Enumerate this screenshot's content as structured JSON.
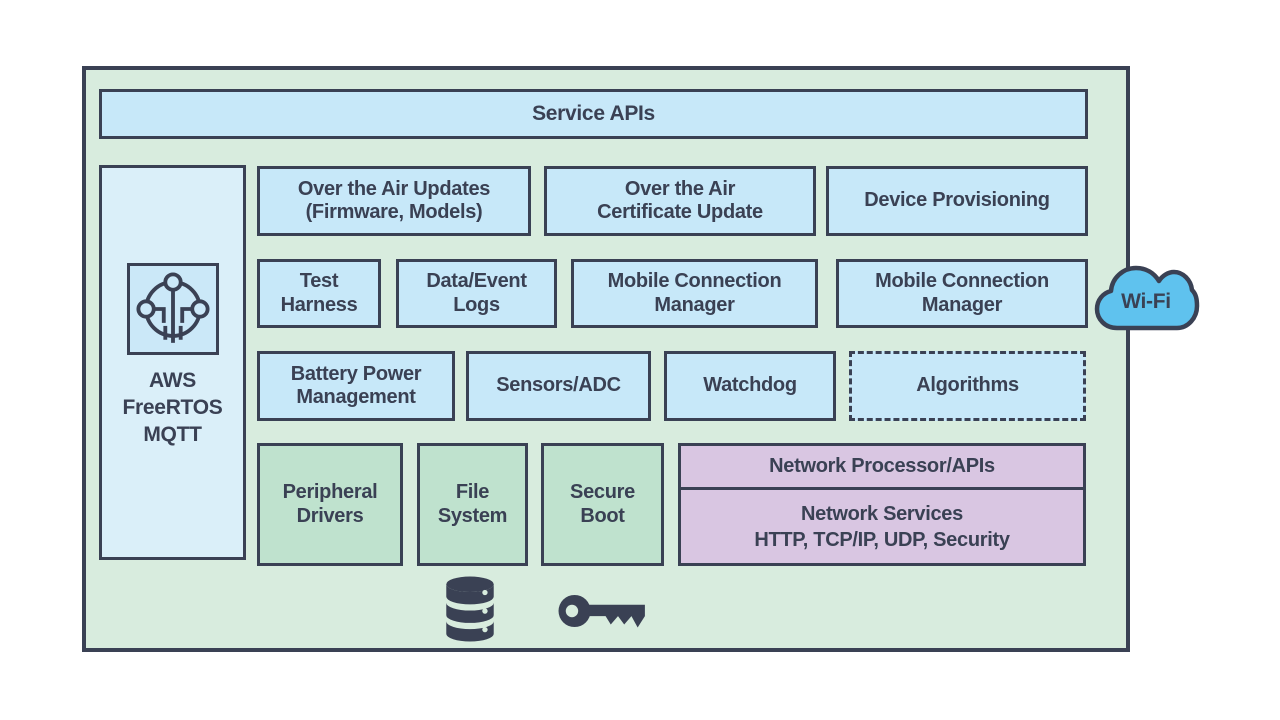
{
  "colors": {
    "page-bg": "#ffffff",
    "ink": "#3a4154",
    "canvas-green": "#d8ecde",
    "box-blue": "#c7e8f9",
    "panel-blue": "#daeff9",
    "icon-blue": "#cbe8f8",
    "box-green": "#bfe2ce",
    "box-purple": "#d9c6e2",
    "cloud-blue": "#5fc2ee"
  },
  "banner": {
    "label": "Service APIs"
  },
  "left_panel": {
    "label": "AWS\nFreeRTOS\nMQTT",
    "icon": "freertos-mqtt-circuit-icon"
  },
  "boxes": {
    "row1": [
      {
        "label": "Over the Air Updates\n(Firmware, Models)"
      },
      {
        "label": "Over the Air\nCertificate Update"
      },
      {
        "label": "Device Provisioning"
      }
    ],
    "row2": [
      {
        "label": "Test\nHarness"
      },
      {
        "label": "Data/Event\nLogs"
      },
      {
        "label": "Mobile Connection\nManager"
      },
      {
        "label": "Mobile Connection\nManager"
      }
    ],
    "row3": [
      {
        "label": "Battery Power\nManagement"
      },
      {
        "label": "Sensors/ADC"
      },
      {
        "label": "Watchdog"
      },
      {
        "label": "Algorithms"
      }
    ],
    "row4": [
      {
        "label": "Peripheral\nDrivers"
      },
      {
        "label": "File\nSystem"
      },
      {
        "label": "Secure\nBoot"
      }
    ]
  },
  "network": {
    "top_label": "Network Processor/APIs",
    "bottom_label": "Network Services\nHTTP, TCP/IP, UDP, Security"
  },
  "wifi": {
    "label": "Wi-Fi"
  },
  "footer_icons": [
    {
      "name": "database-icon"
    },
    {
      "name": "key-icon"
    }
  ]
}
